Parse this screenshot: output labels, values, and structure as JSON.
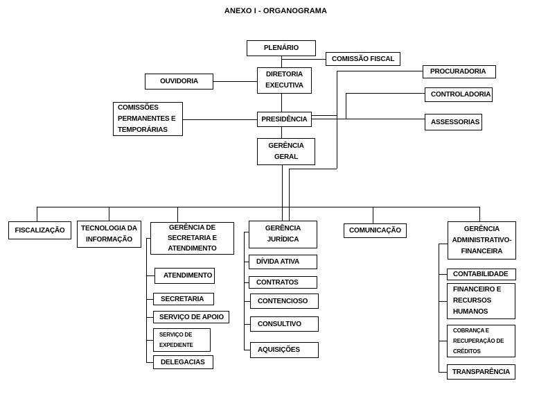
{
  "title": "ANEXO I - ORGANOGRAMA",
  "nodes": {
    "plenario": "PLENÁRIO",
    "comissao_fiscal": "COMISSÃO FISCAL",
    "diretoria_executiva": "DIRETORIA\nEXECUTIVA",
    "ouvidoria": "OUVIDORIA",
    "procuradoria": "PROCURADORIA",
    "controladoria": "CONTROLADORIA",
    "comissoes_permanentes": "COMISSÕES\nPERMANENTES E\nTEMPORÁRIAS",
    "presidencia": "PRESIDÊNCIA",
    "assessorias": "ASSESSORIAS",
    "gerencia_geral": "GERÊNCIA\nGERAL",
    "fiscalizacao": "FISCALIZAÇÃO",
    "tecnologia_informacao": "TECNOLOGIA DA\nINFORMAÇÃO",
    "gerencia_secretaria": "GERÊNCIA DE\nSECRETARIA E\nATENDIMENTO",
    "gerencia_juridica": "GERÊNCIA\nJURÍDICA",
    "comunicacao": "COMUNICAÇÃO",
    "gerencia_adm_financeira": "GERÊNCIA\nADMINISTRATIVO-\nFINANCEIRA",
    "atendimento": "ATENDIMENTO",
    "secretaria": "SECRETARIA",
    "servico_apoio": "SERVIÇO DE APOIO",
    "servico_expediente": "SERVIÇO DE\nEXPEDIENTE",
    "delegacias": "DELEGACIAS",
    "divida_ativa": "DÍVIDA ATIVA",
    "contratos": "CONTRATOS",
    "contencioso": "CONTENCIOSO",
    "consultivo": "CONSULTIVO",
    "aquisicoes": "AQUISIÇÕES",
    "contabilidade": "CONTABILIDADE",
    "financeiro_rh": "FINANCEIRO E\nRECURSOS\nHUMANOS",
    "cobranca_creditos": "COBRANÇA E\nRECUPERAÇÃO DE\nCRÉDITOS",
    "transparencia": "TRANSPARÊNCIA"
  }
}
